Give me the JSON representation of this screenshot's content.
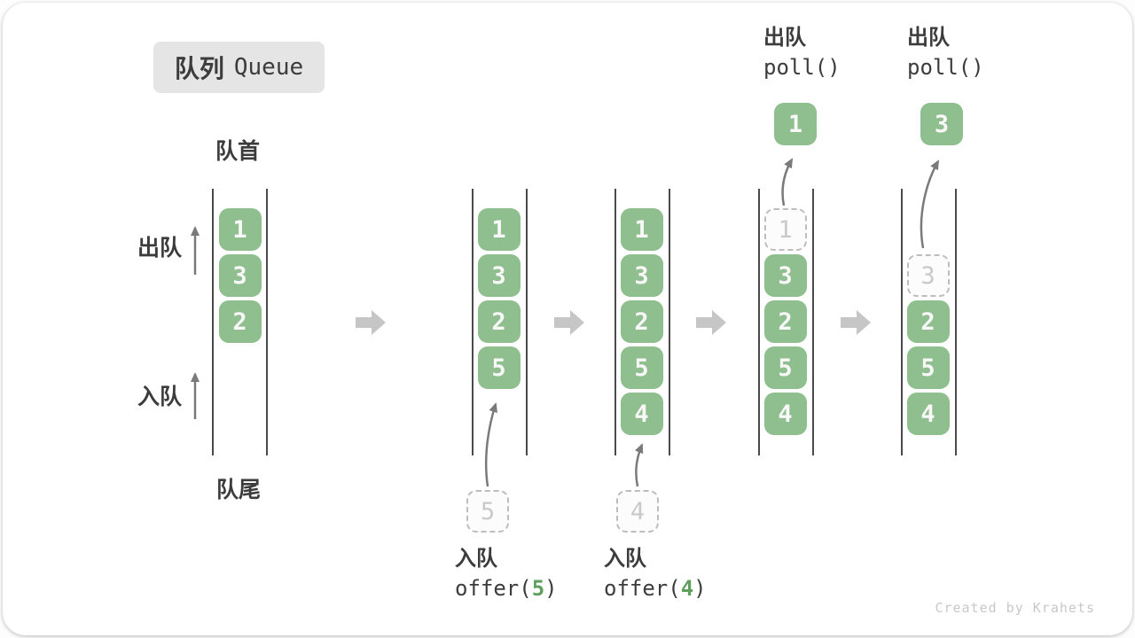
{
  "title": {
    "zh": "队列",
    "en": "Queue"
  },
  "side_labels": {
    "front": "队首",
    "rear": "队尾",
    "dequeue_direction": "出队",
    "enqueue_direction": "入队"
  },
  "watermark": "Created by Krahets",
  "colors": {
    "box_green": "#8FBE8F",
    "code_green": "#5FA05F",
    "step_arrow_gray": "#C6C6C6",
    "flow_arrow_gray": "#7A7A7A",
    "channel_line": "#4A4A4A",
    "text_dark": "#3C3C3C",
    "ghost_border": "#BDBDBD",
    "ghost_text": "#C9C9C9",
    "chip_bg": "#E5E5E5",
    "watermark_gray": "#C8C8C8"
  },
  "states": [
    {
      "name": "initial",
      "boxes": [
        {
          "row": 1,
          "value": "1",
          "style": "filled"
        },
        {
          "row": 2,
          "value": "3",
          "style": "filled"
        },
        {
          "row": 3,
          "value": "2",
          "style": "filled"
        }
      ]
    },
    {
      "name": "after-offer-5",
      "boxes": [
        {
          "row": 1,
          "value": "1",
          "style": "filled"
        },
        {
          "row": 2,
          "value": "3",
          "style": "filled"
        },
        {
          "row": 3,
          "value": "2",
          "style": "filled"
        },
        {
          "row": 4,
          "value": "5",
          "style": "filled"
        }
      ],
      "incoming": "5"
    },
    {
      "name": "after-offer-4",
      "boxes": [
        {
          "row": 1,
          "value": "1",
          "style": "filled"
        },
        {
          "row": 2,
          "value": "3",
          "style": "filled"
        },
        {
          "row": 3,
          "value": "2",
          "style": "filled"
        },
        {
          "row": 4,
          "value": "5",
          "style": "filled"
        },
        {
          "row": 5,
          "value": "4",
          "style": "filled"
        }
      ],
      "incoming": "4"
    },
    {
      "name": "poll-1",
      "boxes": [
        {
          "row": 1,
          "value": "1",
          "style": "ghost"
        },
        {
          "row": 2,
          "value": "3",
          "style": "filled"
        },
        {
          "row": 3,
          "value": "2",
          "style": "filled"
        },
        {
          "row": 4,
          "value": "5",
          "style": "filled"
        },
        {
          "row": 5,
          "value": "4",
          "style": "filled"
        }
      ],
      "outgoing": "1"
    },
    {
      "name": "poll-3",
      "boxes": [
        {
          "row": 2,
          "value": "3",
          "style": "ghost"
        },
        {
          "row": 3,
          "value": "2",
          "style": "filled"
        },
        {
          "row": 4,
          "value": "5",
          "style": "filled"
        },
        {
          "row": 5,
          "value": "4",
          "style": "filled"
        }
      ],
      "outgoing": "3"
    }
  ],
  "enqueue_ops": [
    {
      "label": "入队",
      "code_prefix": "offer(",
      "code_arg": "5",
      "code_suffix": ")"
    },
    {
      "label": "入队",
      "code_prefix": "offer(",
      "code_arg": "4",
      "code_suffix": ")"
    }
  ],
  "dequeue_ops": [
    {
      "label": "出队",
      "code": "poll()"
    },
    {
      "label": "出队",
      "code": "poll()"
    }
  ]
}
